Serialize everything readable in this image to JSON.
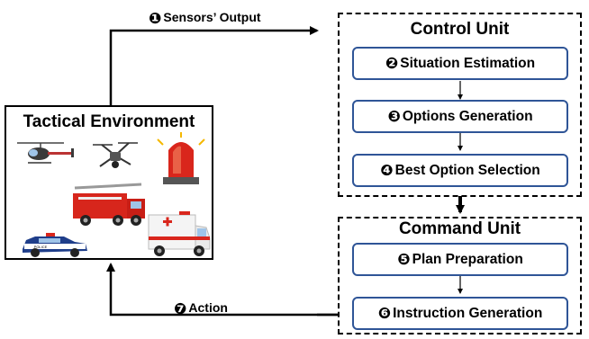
{
  "flow": {
    "sensors": {
      "num": "❶",
      "label": "Sensors’ Output"
    },
    "action": {
      "num": "❼",
      "label": "Action"
    }
  },
  "environment": {
    "title": "Tactical Environment",
    "vehicles": [
      "helicopter",
      "drone",
      "siren",
      "fire-truck",
      "police-car",
      "ambulance"
    ],
    "police_text": "POLICE"
  },
  "control_unit": {
    "title": "Control Unit",
    "steps": [
      {
        "num": "❷",
        "label": "Situation Estimation"
      },
      {
        "num": "❸",
        "label": "Options Generation"
      },
      {
        "num": "❹",
        "label": "Best Option Selection"
      }
    ]
  },
  "command_unit": {
    "title": "Command Unit",
    "steps": [
      {
        "num": "❺",
        "label": "Plan Preparation"
      },
      {
        "num": "❻",
        "label": "Instruction Generation"
      }
    ]
  },
  "colors": {
    "step_border": "#2f5597",
    "arrow": "#000000"
  }
}
